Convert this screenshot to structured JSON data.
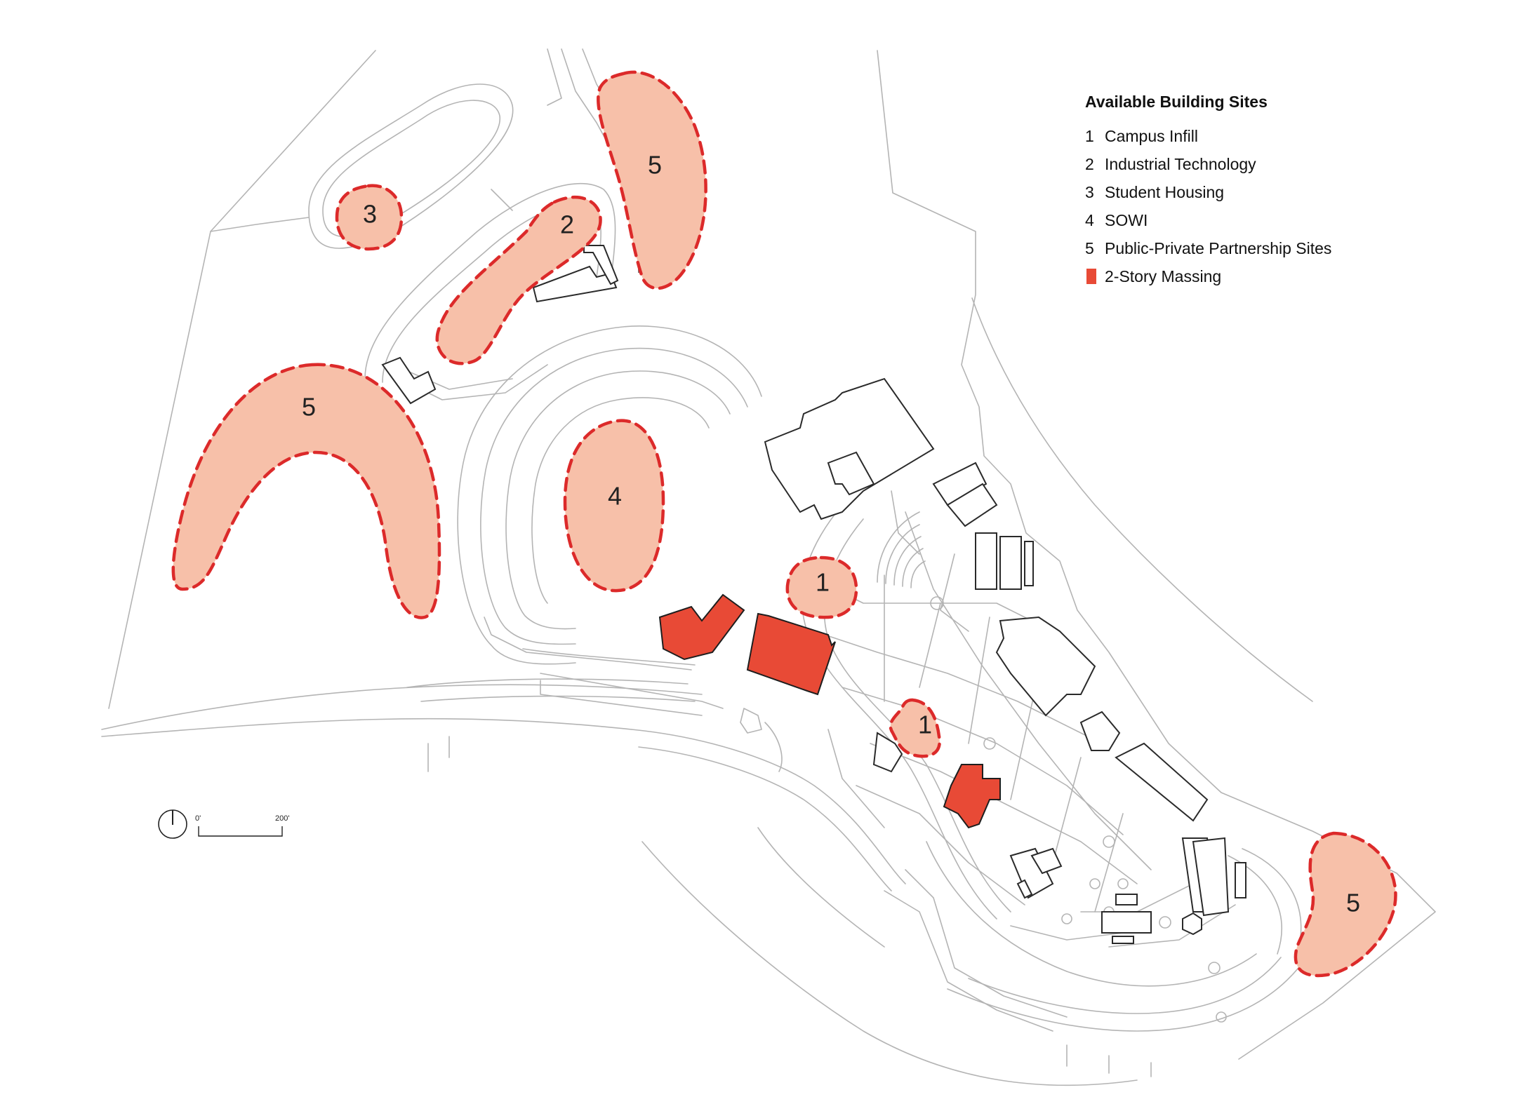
{
  "legend": {
    "title": "Available Building Sites",
    "items": [
      {
        "key": "1",
        "label": "Campus Infill"
      },
      {
        "key": "2",
        "label": "Industrial Technology"
      },
      {
        "key": "3",
        "label": "Student Housing"
      },
      {
        "key": "4",
        "label": "SOWI"
      },
      {
        "key": "5",
        "label": "Public-Private Partnership Sites"
      }
    ],
    "massing_label": "2-Story Massing"
  },
  "sites": {
    "s3": "3",
    "s2": "2",
    "s5a": "5",
    "s5b": "5",
    "s4": "4",
    "s1a": "1",
    "s1b": "1",
    "s5c": "5"
  },
  "scale": {
    "zero": "0'",
    "end": "200'"
  },
  "colors": {
    "site_fill": "#f7c0a9",
    "site_outline": "#dc2a2a",
    "massing": "#e84a36",
    "linework": "#b4b4b4",
    "building_outline": "#2a2a2a"
  },
  "icons": {
    "north_arrow": "north-arrow-icon"
  }
}
